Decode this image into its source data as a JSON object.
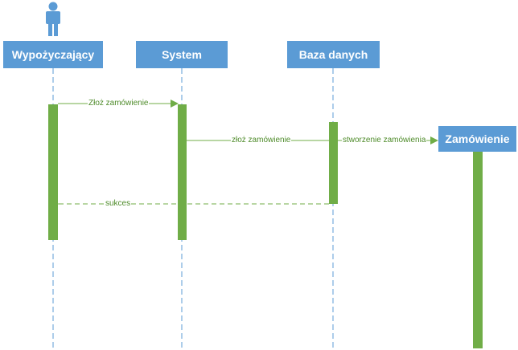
{
  "lifelines": [
    {
      "id": "borrower",
      "label": "Wypożyczający",
      "has_actor": true
    },
    {
      "id": "system",
      "label": "System"
    },
    {
      "id": "database",
      "label": "Baza danych"
    },
    {
      "id": "order",
      "label": "Zamówienie",
      "created": true
    }
  ],
  "messages": [
    {
      "from": "borrower",
      "to": "system",
      "label": "Złoż zamówienie",
      "style": "solid"
    },
    {
      "from": "system",
      "to": "database",
      "label": "złoż zamówienie",
      "style": "solid"
    },
    {
      "from": "database",
      "to": "order",
      "label": "stworzenie zamówienia",
      "style": "solid"
    },
    {
      "from": "database",
      "to": "borrower",
      "label": "sukces",
      "style": "dashed"
    }
  ],
  "colors": {
    "lifeline_box": "#5b9bd5",
    "lifeline_dash": "#5b9bd5",
    "activation": "#70ad47",
    "message_line": "#70ad47",
    "message_text": "#4e8b2a",
    "actor": "#5b9bd5"
  }
}
